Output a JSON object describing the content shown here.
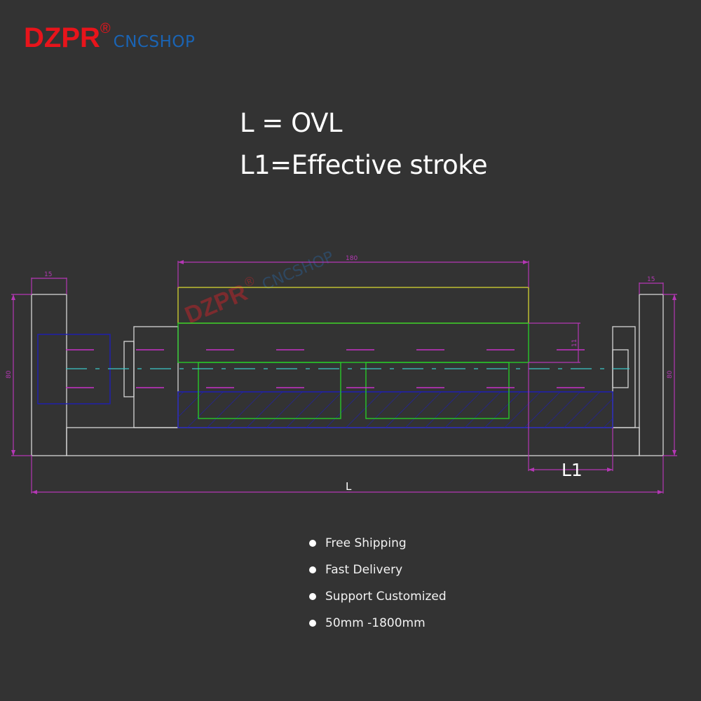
{
  "logo": {
    "brand": "DZPR",
    "registered": "®",
    "shop": "CNCSHOP"
  },
  "headline": {
    "line1": "L = OVL",
    "line2": "L1=Effective stroke"
  },
  "drawing": {
    "watermark_brand": "DZPR",
    "watermark_registered": "®",
    "watermark_shop": "CNCSHOP",
    "dim_left_width": "15",
    "dim_right_width": "15",
    "dim_top_width": "180",
    "dim_left_height": "80",
    "dim_right_height": "80",
    "dim_side_offset": "11",
    "label_l1": "L1",
    "label_l": "L"
  },
  "features": [
    "Free Shipping",
    "Fast Delivery",
    "Support Customized",
    "50mm -1800mm"
  ],
  "colors": {
    "background": "#333333",
    "brand_red": "#e8141b",
    "brand_blue": "#1a64b4",
    "dimension": "#b437b4",
    "outline": "#d6d6d6",
    "carriage_top": "#c8c832",
    "carriage": "#28c828",
    "rail": "#1e1eb4",
    "axis": "#3cc8c8"
  }
}
